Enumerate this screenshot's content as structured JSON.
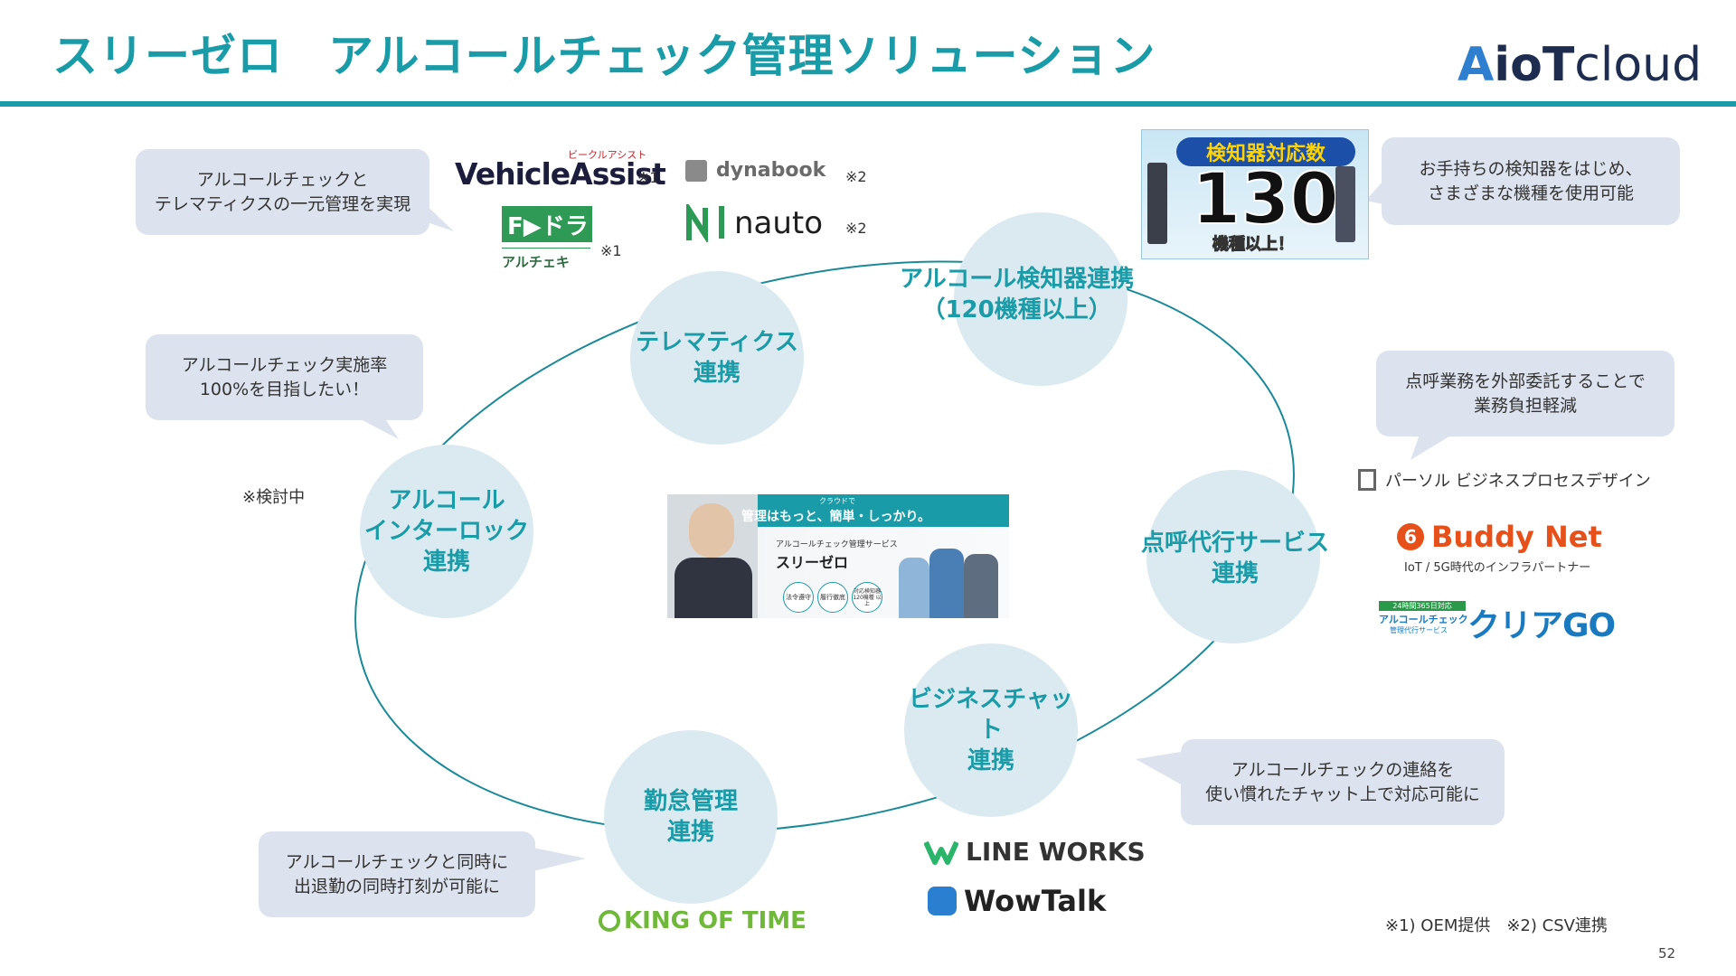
{
  "header": {
    "title_main": "スリーゼロ",
    "title_sub": "アルコールチェック管理ソリューション",
    "brand": {
      "a": "A",
      "io": "io",
      "T": "T",
      "rest": "cloud"
    }
  },
  "nodes": {
    "telematics": [
      "テレマティクス",
      "連携"
    ],
    "detector": [
      "アルコール検知器連携",
      "（120機種以上）"
    ],
    "interlock": [
      "アルコール",
      "インターロック",
      "連携"
    ],
    "roll_call": [
      "点呼代行サービス",
      "連携"
    ],
    "chat": [
      "ビジネスチャット",
      "連携"
    ],
    "attendance": [
      "勤怠管理",
      "連携"
    ]
  },
  "bubbles": {
    "telematics": [
      "アルコールチェックと",
      "テレマティクスの一元管理を実現"
    ],
    "rate": [
      "アルコールチェック実施率",
      "100%を目指したい！"
    ],
    "detector": [
      "お手持ちの検知器をはじめ、",
      "さまざまな機種を使用可能"
    ],
    "roll_call": [
      "点呼業務を外部委託することで",
      "業務負担軽減"
    ],
    "chat": [
      "アルコールチェックの連絡を",
      "使い慣れたチャット上で対応可能に"
    ],
    "attendance": [
      "アルコールチェックと同時に",
      "出退勤の同時打刻が可能に"
    ]
  },
  "notes": {
    "under_review": "※検討中",
    "footnote": "※1) OEM提供　※2) CSV連携",
    "mark1": "※1",
    "mark2": "※2",
    "page": "52"
  },
  "logos": {
    "vehicle_assist": "VehicleAssist",
    "vehicle_assist_kana": "ビークルアシスト",
    "fdora": "F▶ドラ",
    "fdora_sub": "アルチェキ",
    "dynabook": "dynabook",
    "nauto": "nauto",
    "persol": "パーソル ビジネスプロセスデザイン",
    "buddy": "Buddy Net",
    "buddy_sub": "IoT / 5G時代のインフラパートナー",
    "clear_go_small": "24時間365日対応",
    "clear_go_small2": "アルコールチェック",
    "clear_go_small3": "管理代行サービス",
    "clear_go": "クリアGO",
    "line_works": "LINE WORKS",
    "wowtalk": "WowTalk",
    "king_of_time": "KING OF TIME"
  },
  "badge": {
    "label": "検知器対応数",
    "number": "130",
    "sub": "機種以上！"
  },
  "banner": {
    "small": "クラウドで",
    "headline": "管理はもっと、簡単・しっかり。",
    "service": "アルコールチェック管理サービス",
    "name": "スリーゼロ",
    "pill1": "法令遵守",
    "pill2": "履行徹底",
    "pill3": "対応検知器 120機種 以上"
  },
  "colors": {
    "accent": "#1a9ba8",
    "node_fill": "#dbeaf1",
    "bubble_fill": "#dde3ee"
  }
}
